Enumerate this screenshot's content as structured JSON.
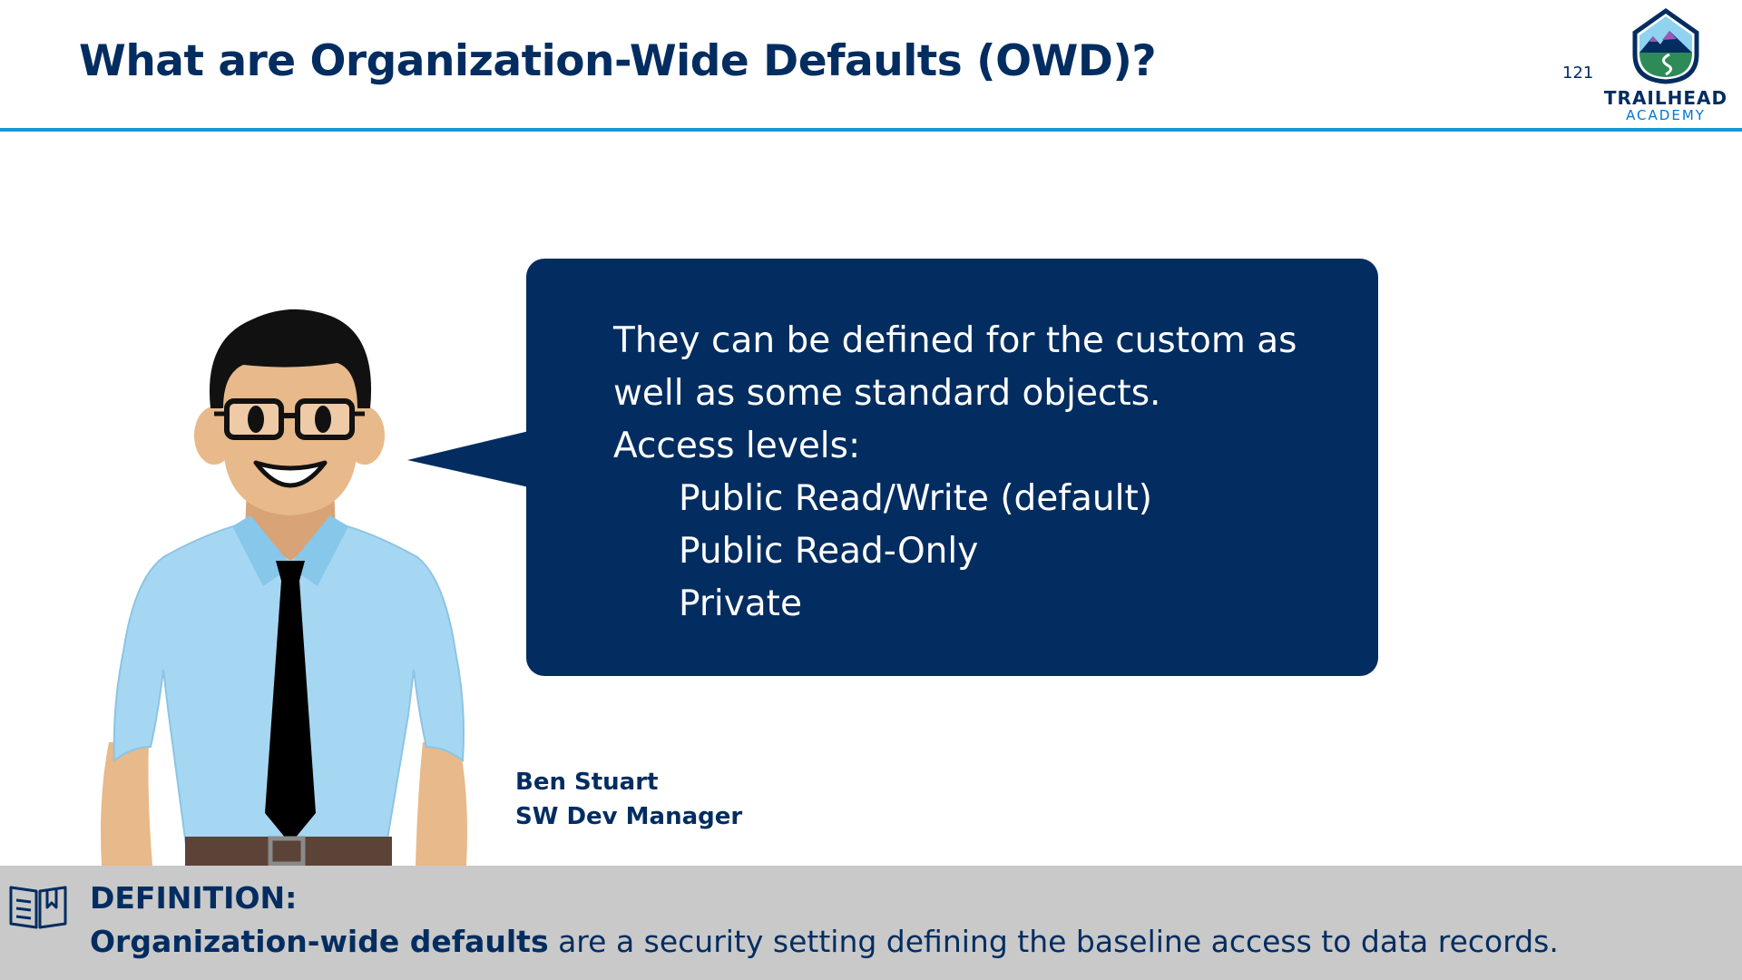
{
  "slide": {
    "title": "What are Organization-Wide Defaults (OWD)?",
    "page_number": "121"
  },
  "logo": {
    "line1": "TRAILHEAD",
    "line2": "ACADEMY"
  },
  "bubble": {
    "lines": [
      "They can be defined for the custom as",
      "well as some standard objects.",
      "Access levels:"
    ],
    "access_levels": [
      "Public Read/Write (default)",
      "Public Read-Only",
      "Private"
    ]
  },
  "speaker": {
    "name": "Ben Stuart",
    "role": "SW Dev Manager"
  },
  "definition": {
    "heading": "DEFINITION:",
    "term": "Organization-wide defaults",
    "text": " are a security setting defining the baseline access to data records."
  },
  "colors": {
    "navy": "#032d60",
    "accent_blue": "#1b96d4",
    "definition_bg": "#c9c9c9"
  },
  "icons": {
    "definition": "open-book-icon",
    "person": "person-illustration"
  }
}
